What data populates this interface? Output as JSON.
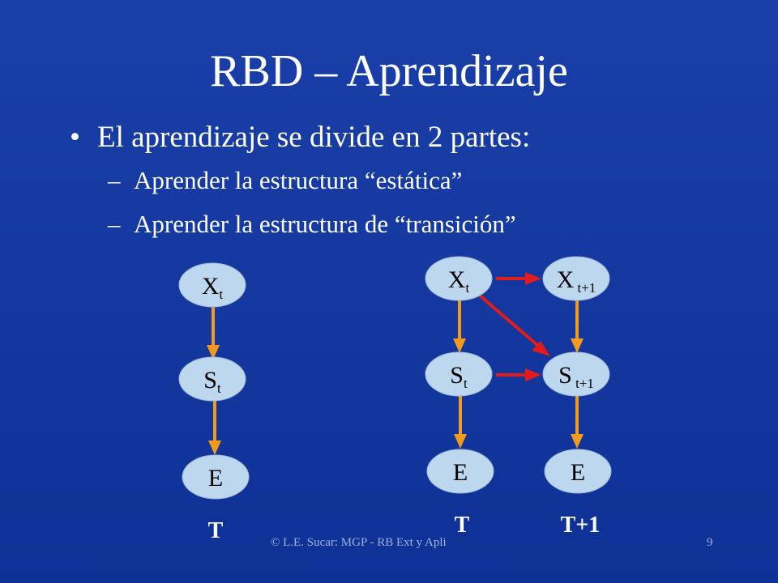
{
  "title": "RBD – Aprendizaje",
  "bullet": {
    "marker": "•",
    "text": "El aprendizaje se divide en 2 partes:",
    "subitems": [
      {
        "marker": "–",
        "text": "Aprender  la estructura “estática”"
      },
      {
        "marker": "–",
        "text": "Aprender  la estructura de “transición”"
      }
    ]
  },
  "diagram": {
    "nodes": {
      "left_xt": {
        "main": "X",
        "sub": "t"
      },
      "left_st": {
        "main": "S",
        "sub": "t"
      },
      "left_e": {
        "main": "E",
        "sub": ""
      },
      "mid_xt": {
        "main": "X",
        "sub": "t"
      },
      "mid_st": {
        "main": "S",
        "sub": "t"
      },
      "mid_e": {
        "main": "E",
        "sub": ""
      },
      "right_xt1": {
        "main": "X",
        "sub": " t+1"
      },
      "right_st1": {
        "main": "S",
        "sub": " t+1"
      },
      "right_e": {
        "main": "E",
        "sub": ""
      }
    },
    "column_labels": {
      "left": "T",
      "mid": "T",
      "right": "T+1"
    },
    "colors": {
      "node_fill": "#BDD7EE",
      "intra_slice_edge": "#F39A1C",
      "transition_edge": "#E21B1B",
      "background": "#0F3497"
    }
  },
  "footer": {
    "credit": "© L.E. Sucar: MGP - RB Ext y Apli",
    "page": "9"
  }
}
